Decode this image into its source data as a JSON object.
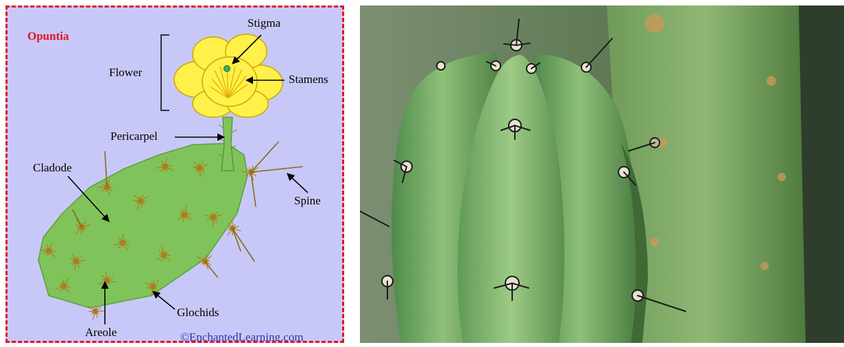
{
  "diagram": {
    "title": "Opuntia",
    "labels": {
      "stigma": "Stigma",
      "flower": "Flower",
      "stamens": "Stamens",
      "pericarpel": "Pericarpel",
      "cladode": "Cladode",
      "spine": "Spine",
      "areole": "Areole",
      "glochids": "Glochids"
    },
    "credit": "©EnchantedLearning.com",
    "colors": {
      "border": "#e0141e",
      "background": "#c8c8f8",
      "pad": "#7fc35a",
      "petal": "#fff04a",
      "areole": "#b07a1e",
      "title": "#e0141e",
      "credit": "#3434b0"
    }
  },
  "photo": {
    "subject": "cactus-stem-closeup"
  }
}
